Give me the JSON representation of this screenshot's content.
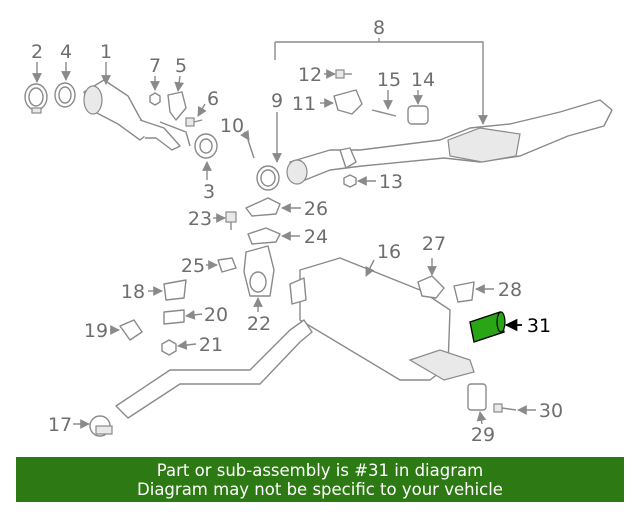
{
  "callouts": {
    "c1": "1",
    "c2": "2",
    "c3": "3",
    "c4": "4",
    "c5": "5",
    "c6": "6",
    "c7": "7",
    "c8": "8",
    "c9": "9",
    "c10": "10",
    "c11": "11",
    "c12": "12",
    "c13": "13",
    "c14": "14",
    "c15": "15",
    "c16": "16",
    "c17": "17",
    "c18": "18",
    "c19": "19",
    "c20": "20",
    "c21": "21",
    "c22": "22",
    "c23": "23",
    "c24": "24",
    "c25": "25",
    "c26": "26",
    "c27": "27",
    "c28": "28",
    "c29": "29",
    "c30": "30",
    "c31": "31"
  },
  "highlight": {
    "part_number": "31",
    "fill_color": "#2aa515"
  },
  "banner": {
    "line1": "Part or sub-assembly is #31 in diagram",
    "line2": "Diagram may not be specific to your vehicle",
    "background": "#2d7a14"
  }
}
